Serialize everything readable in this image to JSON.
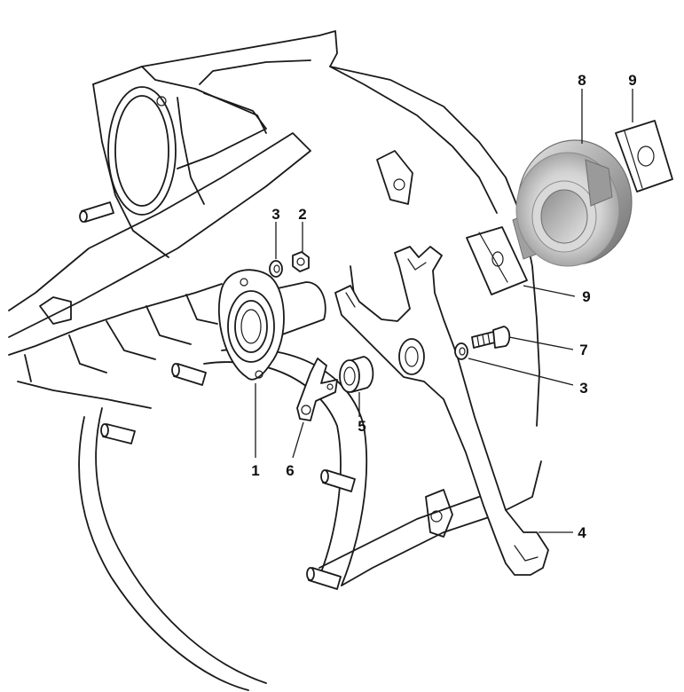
{
  "callouts": [
    {
      "id": "label-1",
      "text": "1"
    },
    {
      "id": "label-2",
      "text": "2"
    },
    {
      "id": "label-3-top",
      "text": "3"
    },
    {
      "id": "label-3-right",
      "text": "3"
    },
    {
      "id": "label-4",
      "text": "4"
    },
    {
      "id": "label-5",
      "text": "5"
    },
    {
      "id": "label-6",
      "text": "6"
    },
    {
      "id": "label-7",
      "text": "7"
    },
    {
      "id": "label-8",
      "text": "8"
    },
    {
      "id": "label-9-top",
      "text": "9"
    },
    {
      "id": "label-9-right",
      "text": "9"
    }
  ],
  "colors": {
    "line": "#1a1a1a",
    "bearing_metal": "#bfbfbf",
    "bearing_dark": "#7a7a7a"
  }
}
